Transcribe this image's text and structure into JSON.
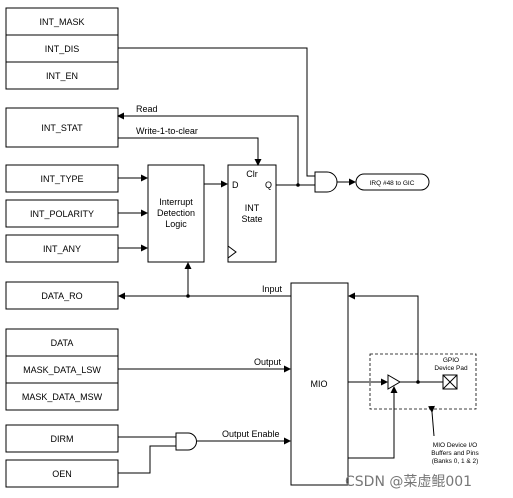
{
  "registers": {
    "int_mask": "INT_MASK",
    "int_dis": "INT_DIS",
    "int_en": "INT_EN",
    "int_stat": "INT_STAT",
    "int_type": "INT_TYPE",
    "int_polarity": "INT_POLARITY",
    "int_any": "INT_ANY",
    "data_ro": "DATA_RO",
    "data": "DATA",
    "mask_data_lsw": "MASK_DATA_LSW",
    "mask_data_msw": "MASK_DATA_MSW",
    "dirm": "DIRM",
    "oen": "OEN"
  },
  "logic": {
    "line1": "Interrupt",
    "line2": "Detection",
    "line3": "Logic"
  },
  "int_state": {
    "clr": "Clr",
    "d": "D",
    "q": "Q",
    "line1": "INT",
    "line2": "State"
  },
  "mio": "MIO",
  "irq": "IRQ #48 to GIC",
  "labels": {
    "read": "Read",
    "write1": "Write-1-to-clear",
    "input": "Input",
    "output": "Output",
    "output_enable": "Output Enable"
  },
  "gpio_pad": {
    "line1": "GPIO",
    "line2": "Device Pad"
  },
  "mio_note": {
    "line1": "MIO Device I/O",
    "line2": "Buffers and Pins",
    "line3": "(Banks 0, 1 & 2)"
  },
  "watermark": "CSDN @菜虚鲲001"
}
